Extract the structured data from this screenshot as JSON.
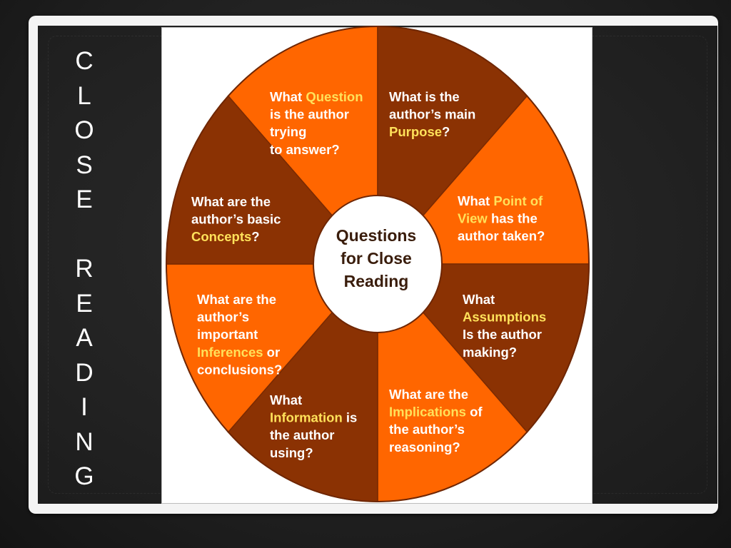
{
  "slide": {
    "vertical_title_letters": [
      "C",
      "L",
      "O",
      "S",
      "E",
      "",
      "R",
      "E",
      "A",
      "D",
      "I",
      "N",
      "G"
    ]
  },
  "diagram": {
    "center_lines": [
      "Questions",
      "for Close",
      "Reading"
    ],
    "colors": {
      "dark": "#8b3203",
      "light": "#ff6600",
      "highlight": "#ffe15a",
      "center": "#ffffff"
    },
    "segments": [
      {
        "id": "question",
        "lines": [
          [
            {
              "t": "What "
            },
            {
              "t": "Question",
              "hl": true
            }
          ],
          [
            {
              "t": "is the author"
            }
          ],
          [
            {
              "t": "trying"
            }
          ],
          [
            {
              "t": "to answer?"
            }
          ]
        ]
      },
      {
        "id": "purpose",
        "lines": [
          [
            {
              "t": "What is the"
            }
          ],
          [
            {
              "t": "author’s main"
            }
          ],
          [
            {
              "t": "Purpose",
              "hl": true
            },
            {
              "t": "?"
            }
          ]
        ]
      },
      {
        "id": "point-of-view",
        "lines": [
          [
            {
              "t": "What "
            },
            {
              "t": "Point of",
              "hl": true
            }
          ],
          [
            {
              "t": "View",
              "hl": true
            },
            {
              "t": " has the"
            }
          ],
          [
            {
              "t": "author taken?"
            }
          ]
        ]
      },
      {
        "id": "assumptions",
        "lines": [
          [
            {
              "t": "What"
            }
          ],
          [
            {
              "t": "Assumptions",
              "hl": true
            }
          ],
          [
            {
              "t": "Is the author"
            }
          ],
          [
            {
              "t": "making?"
            }
          ]
        ]
      },
      {
        "id": "implications",
        "lines": [
          [
            {
              "t": "What are the"
            }
          ],
          [
            {
              "t": "Implications",
              "hl": true
            },
            {
              "t": " of"
            }
          ],
          [
            {
              "t": "the author’s"
            }
          ],
          [
            {
              "t": "reasoning?"
            }
          ]
        ]
      },
      {
        "id": "information",
        "lines": [
          [
            {
              "t": "What"
            }
          ],
          [
            {
              "t": "Information",
              "hl": true
            },
            {
              "t": " is"
            }
          ],
          [
            {
              "t": "the author"
            }
          ],
          [
            {
              "t": "using?"
            }
          ]
        ]
      },
      {
        "id": "inferences",
        "lines": [
          [
            {
              "t": "What are the"
            }
          ],
          [
            {
              "t": "author’s"
            }
          ],
          [
            {
              "t": "important"
            }
          ],
          [
            {
              "t": "Inferences",
              "hl": true
            },
            {
              "t": " or"
            }
          ],
          [
            {
              "t": "conclusions?"
            }
          ]
        ]
      },
      {
        "id": "concepts",
        "lines": [
          [
            {
              "t": "What are the"
            }
          ],
          [
            {
              "t": "author’s basic"
            }
          ],
          [
            {
              "t": "Concepts",
              "hl": true
            },
            {
              "t": "?"
            }
          ]
        ]
      }
    ]
  }
}
